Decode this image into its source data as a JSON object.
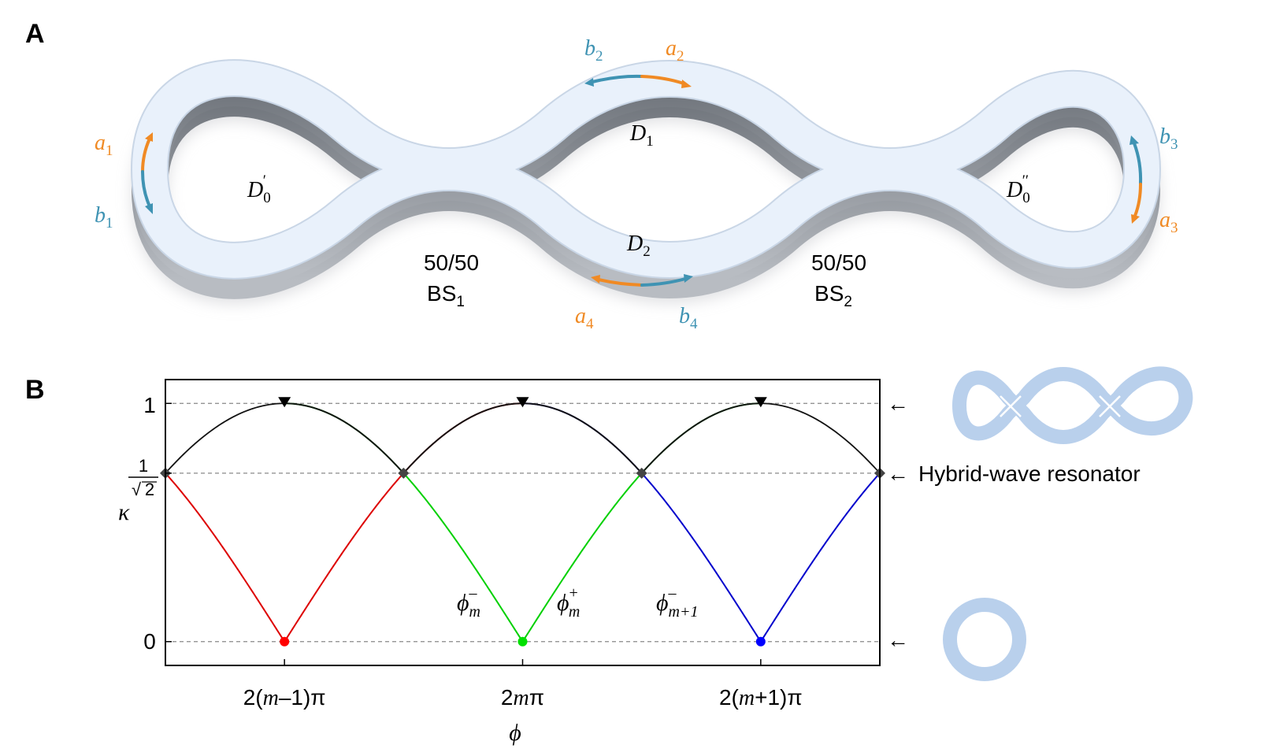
{
  "panels": {
    "a": {
      "letter": "A"
    },
    "b": {
      "letter": "B"
    }
  },
  "colors": {
    "orange": "#f08a24",
    "teal": "#3f93b3",
    "ring_fill": "#e9f1fb",
    "ring_side": "#8f949b",
    "icon_ring": "#b9d0ec",
    "red": "#ff0000",
    "green": "#00e000",
    "blue": "#0000ff"
  },
  "ring_labels": {
    "a1": {
      "base": "a",
      "sub": "1"
    },
    "b1": {
      "base": "b",
      "sub": "1"
    },
    "a2": {
      "base": "a",
      "sub": "2"
    },
    "b2": {
      "base": "b",
      "sub": "2"
    },
    "a3": {
      "base": "a",
      "sub": "3"
    },
    "b3": {
      "base": "b",
      "sub": "3"
    },
    "a4": {
      "base": "a",
      "sub": "4"
    },
    "b4": {
      "base": "b",
      "sub": "4"
    },
    "d1": {
      "base": "D",
      "sub": "1"
    },
    "d2": {
      "base": "D",
      "sub": "2"
    },
    "d0p": {
      "base": "D",
      "sub": "0",
      "prime": "′"
    },
    "d0pp": {
      "base": "D",
      "sub": "0",
      "prime": "′′"
    },
    "bs1": {
      "ratio": "50/50",
      "base": "BS",
      "sub": "1"
    },
    "bs2": {
      "ratio": "50/50",
      "base": "BS",
      "sub": "2"
    }
  },
  "chart_data": {
    "type": "line",
    "xlabel": "ϕ",
    "ylabel": "κ",
    "x_ticks": [
      {
        "value": -1,
        "pre": "2(",
        "italic": "m",
        "post": "–1)π"
      },
      {
        "value": 0,
        "pre": "2",
        "italic": "m",
        "post": "π"
      },
      {
        "value": 1,
        "pre": "2(",
        "italic": "m",
        "post": "+1)π"
      }
    ],
    "y_ticks": [
      {
        "value": 0,
        "label": "0"
      },
      {
        "value": 0.7071,
        "num": "1",
        "den": "2"
      },
      {
        "value": 1,
        "label": "1"
      }
    ],
    "xlim": [
      -1.5,
      1.5
    ],
    "ylim": [
      -0.1,
      1.1
    ],
    "gridlines_y": [
      0,
      0.7071,
      1
    ],
    "x_unit": "2π (offset from 2mπ)",
    "series": [
      {
        "center": -1,
        "color": "#dd0000"
      },
      {
        "center": 0,
        "color": "#00d000"
      },
      {
        "center": 1,
        "color": "#0000cc"
      }
    ],
    "minima_points": [
      {
        "x": -1,
        "y": 0,
        "color": "#ff0000"
      },
      {
        "x": 0,
        "y": 0,
        "color": "#00e000"
      },
      {
        "x": 1,
        "y": 0,
        "color": "#0000ff"
      }
    ],
    "maxima_markers": [
      {
        "x": -1,
        "y": 1
      },
      {
        "x": 0,
        "y": 1
      },
      {
        "x": 1,
        "y": 1
      }
    ],
    "crossing_markers": [
      {
        "x": -1.5,
        "y": 0.7071
      },
      {
        "x": -0.5,
        "y": 0.7071
      },
      {
        "x": 0.5,
        "y": 0.7071
      },
      {
        "x": 1.5,
        "y": 0.7071
      }
    ],
    "annotations": [
      {
        "id": "phi_m_minus",
        "base": "ϕ",
        "sup": "–",
        "sub": "m"
      },
      {
        "id": "phi_m_plus",
        "base": "ϕ",
        "sup": "+",
        "sub": "m"
      },
      {
        "id": "phi_m1_minus",
        "base": "ϕ",
        "sup": "–",
        "sub": "m+1"
      }
    ],
    "side_labels": {
      "arrow": "←",
      "middle": "Hybrid-wave resonator"
    }
  }
}
